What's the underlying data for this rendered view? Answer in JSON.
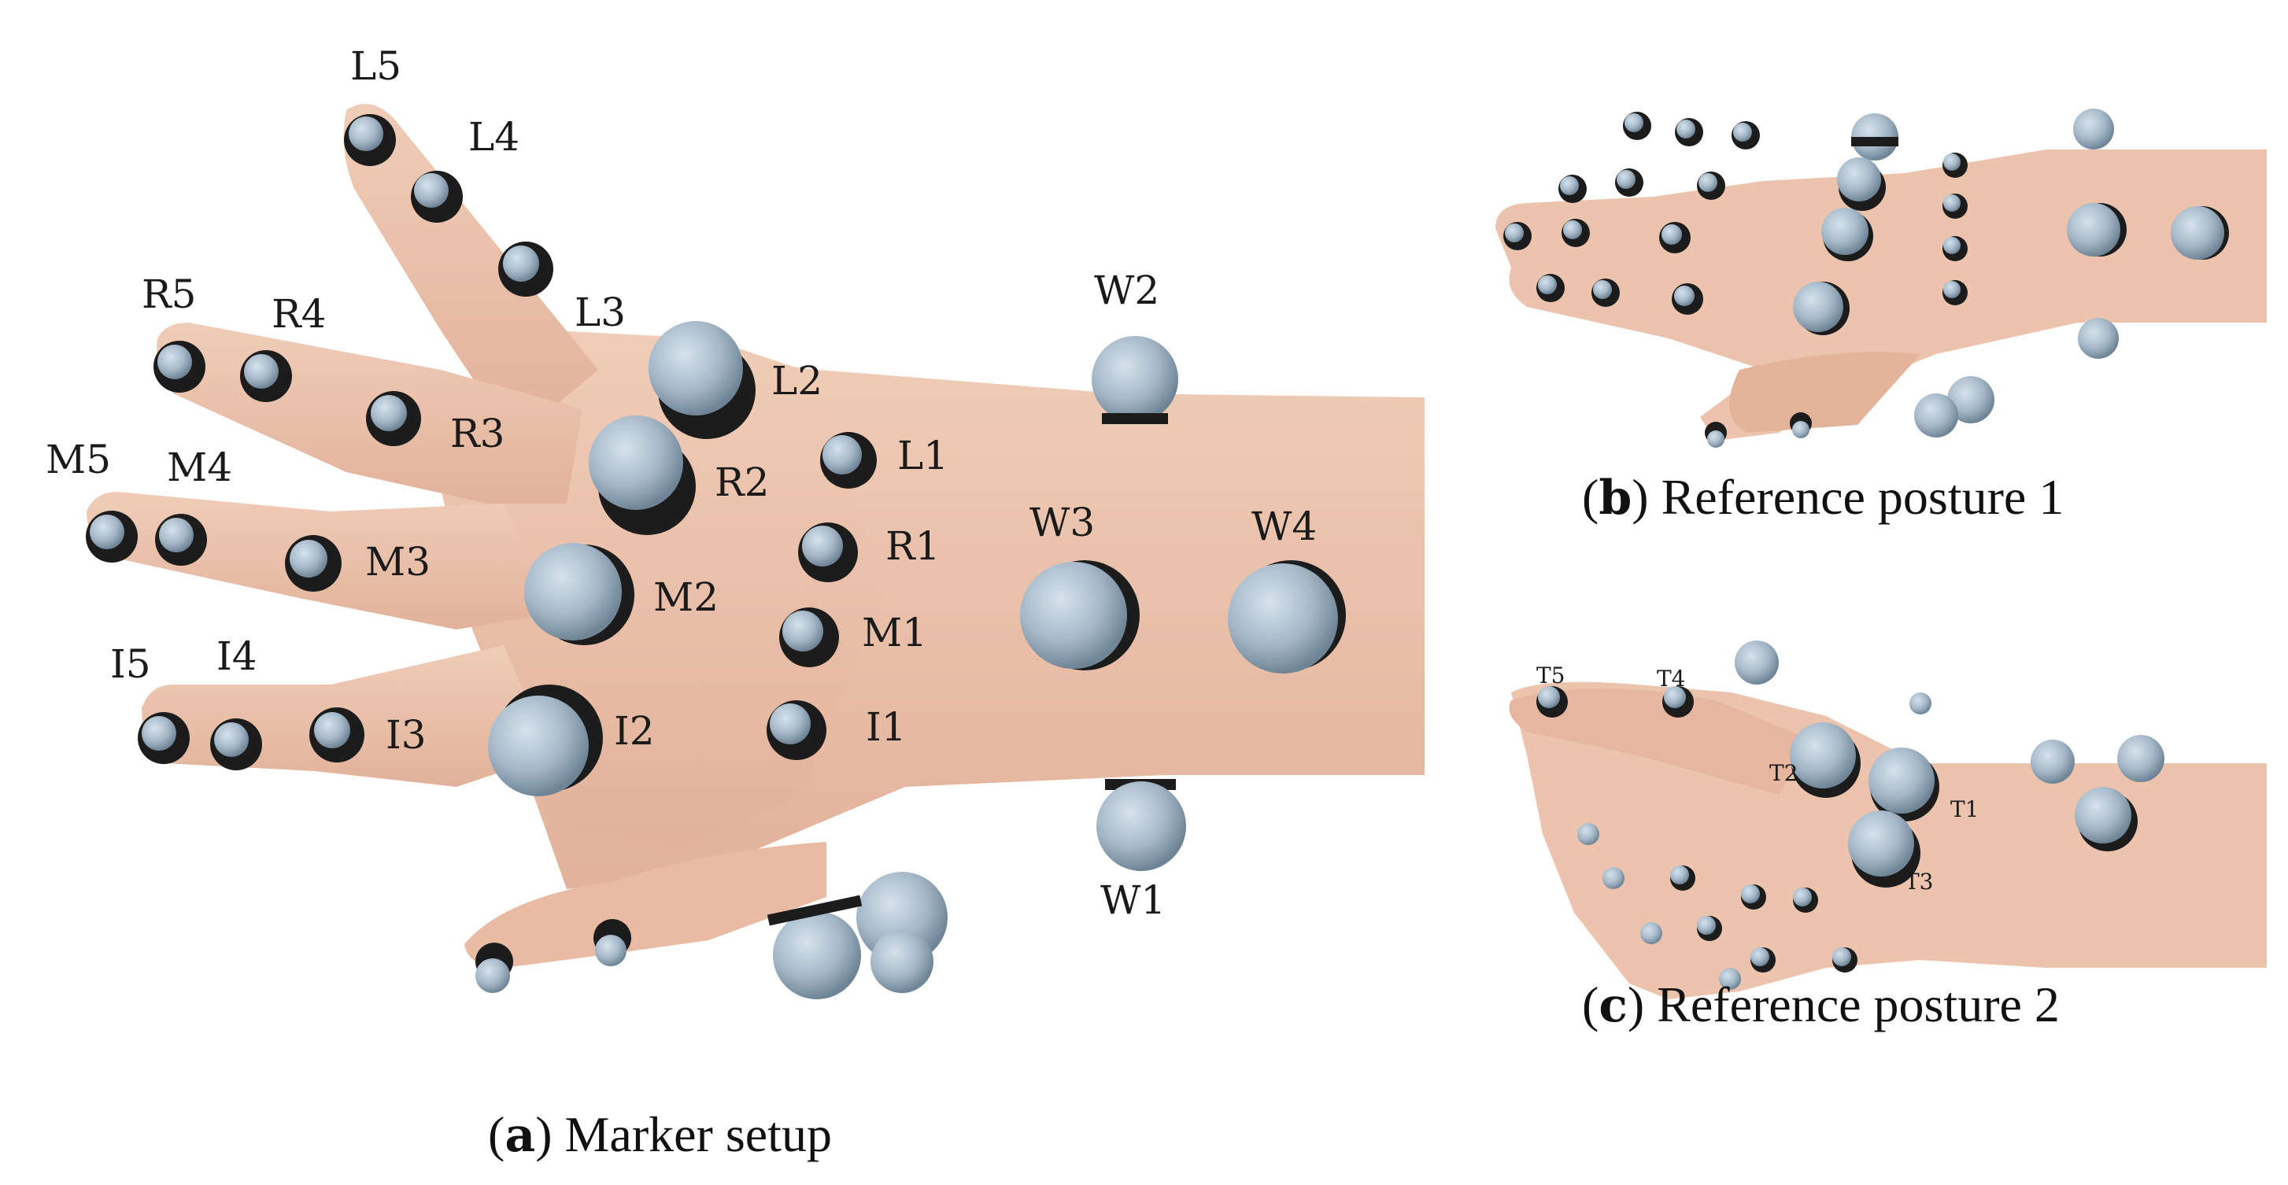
{
  "figure": {
    "panel_a": {
      "caption_letter": "a",
      "caption_text": "Marker setup",
      "labels": [
        "L5",
        "L4",
        "L3",
        "L2",
        "L1",
        "R5",
        "R4",
        "R3",
        "R2",
        "R1",
        "M5",
        "M4",
        "M3",
        "M2",
        "M1",
        "I5",
        "I4",
        "I3",
        "I2",
        "I1",
        "W2",
        "W3",
        "W4",
        "W1"
      ]
    },
    "panel_b": {
      "caption_letter": "b",
      "caption_text": "Reference posture 1"
    },
    "panel_c": {
      "caption_letter": "c",
      "caption_text": "Reference posture 2",
      "labels": [
        "T5",
        "T4",
        "T2",
        "T1",
        "T3"
      ]
    }
  },
  "colors": {
    "skin": "#ecc4ae",
    "skin_shadow": "#d9a890",
    "marker_ball": "#a9bccb",
    "marker_base": "#1c1c1c",
    "background": "#ffffff"
  }
}
